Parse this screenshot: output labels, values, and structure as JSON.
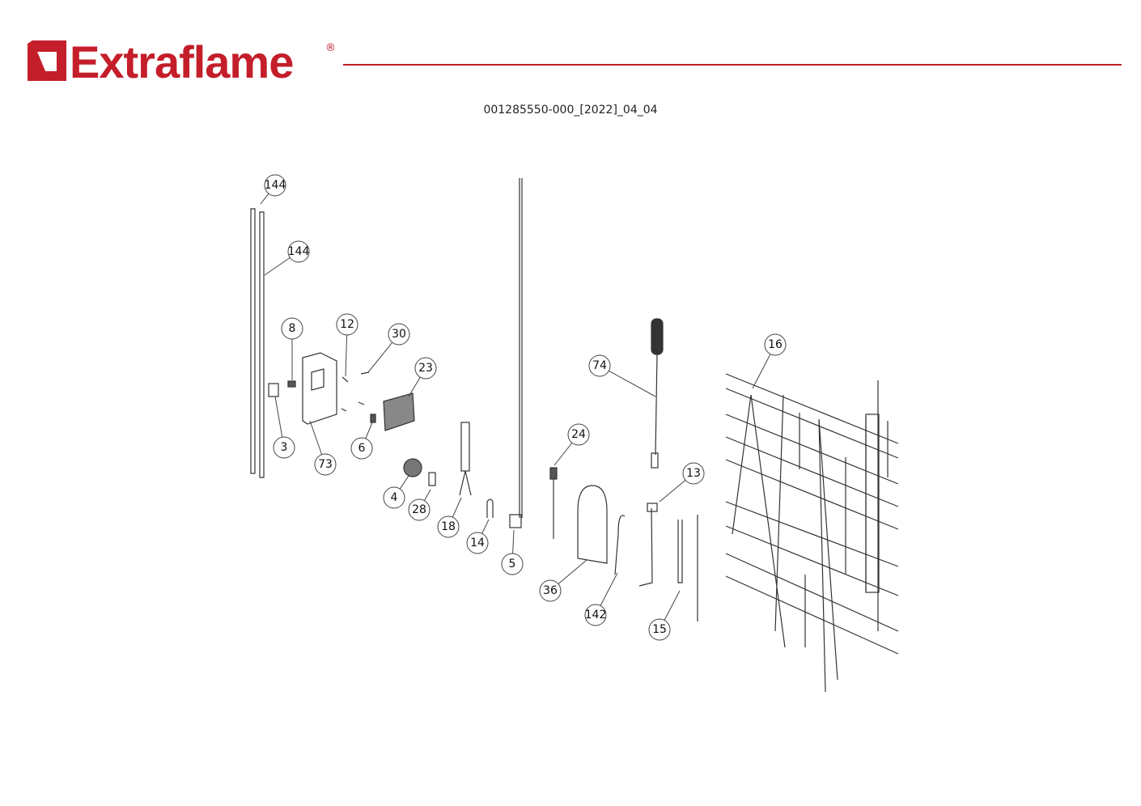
{
  "header": {
    "brand": "Extraflame",
    "registered_mark": "®",
    "brand_color": "#c41e2a",
    "document_code": "001285550-000_[2022]_04_04"
  },
  "callouts": [
    "144",
    "144",
    "8",
    "12",
    "30",
    "23",
    "3",
    "73",
    "6",
    "4",
    "28",
    "18",
    "14",
    "5",
    "24",
    "74",
    "13",
    "36",
    "142",
    "15",
    "16"
  ]
}
